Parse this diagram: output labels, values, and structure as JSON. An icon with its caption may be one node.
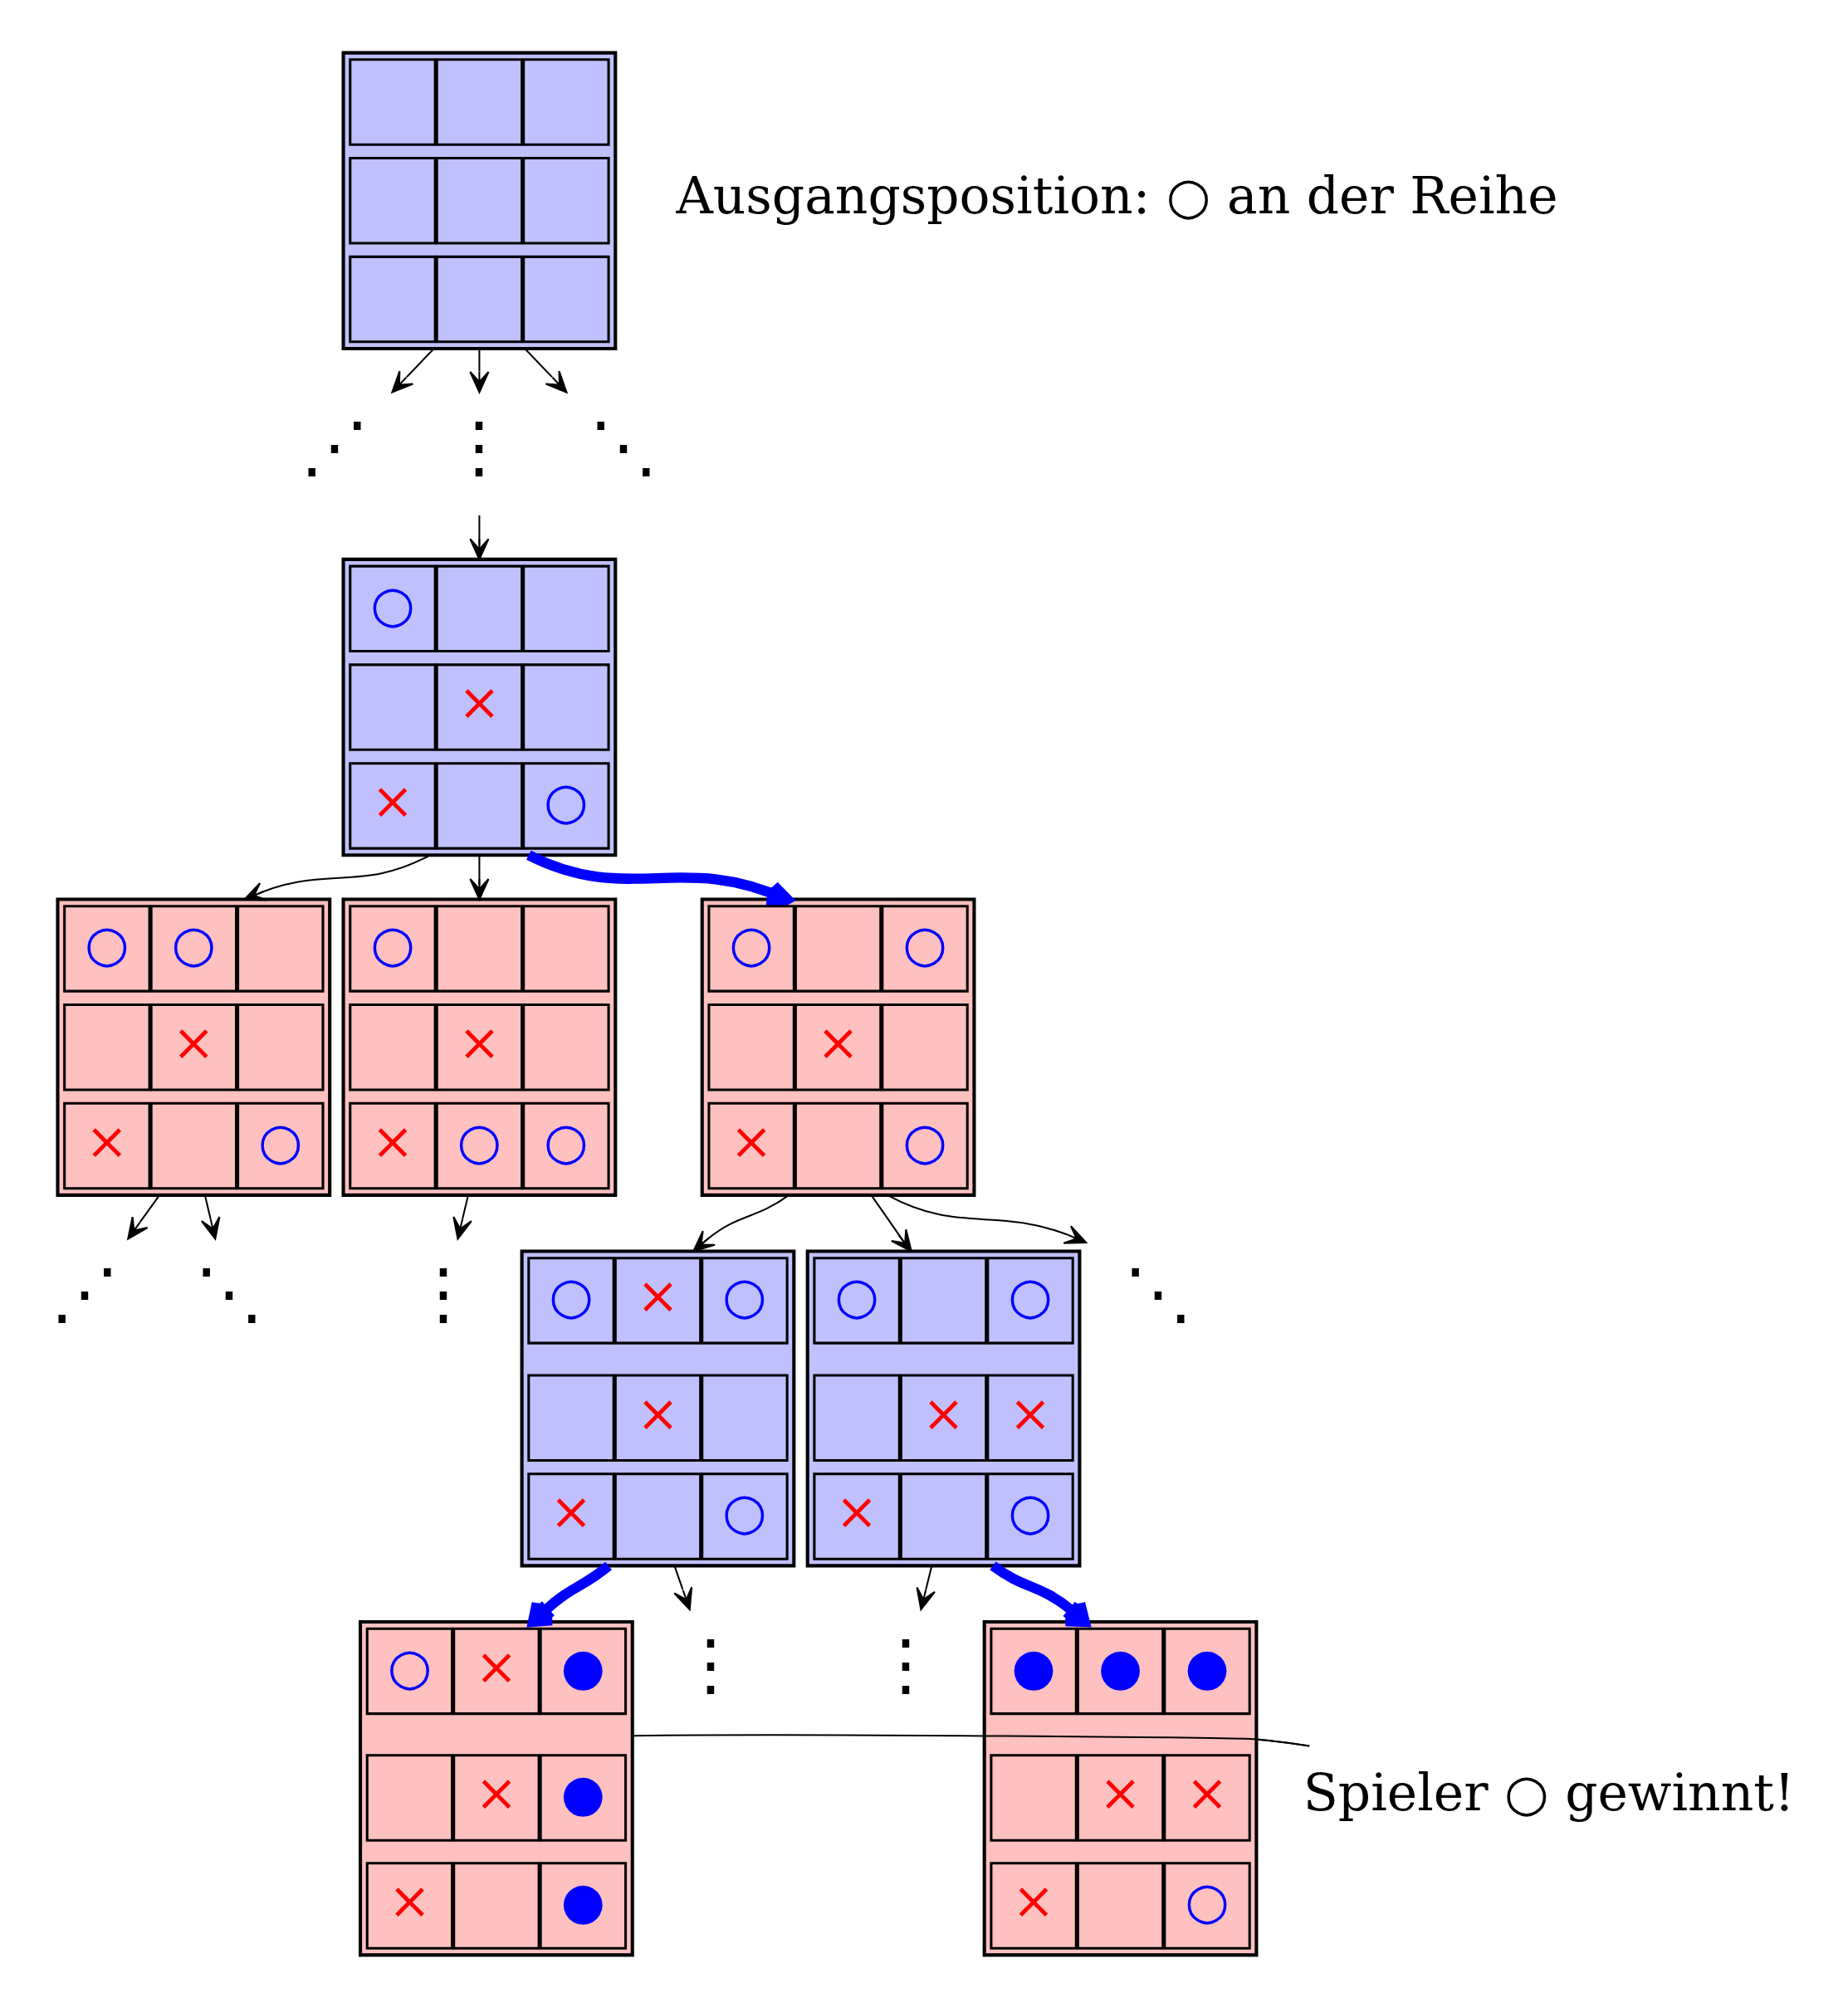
{
  "diagram": {
    "nodes": [
      {
        "text": [],
        "shape": "grid",
        "beside": [
          "Ausgangsposition: ○ an der Reihe"
        ]
      },
      {
        "text": [],
        "shape": "box",
        "in": 0
      },
      {
        "text": [],
        "shape": "box",
        "in": 0
      },
      {
        "text": [],
        "shape": "box",
        "in": 0
      },
      {
        "text": [],
        "shape": "box",
        "in": 0
      },
      {
        "text": [],
        "shape": "box",
        "in": 0
      },
      {
        "text": [],
        "shape": "box",
        "in": 0
      },
      {
        "text": [],
        "shape": "box",
        "in": 0
      },
      {
        "text": [],
        "shape": "box",
        "in": 0
      },
      {
        "text": [],
        "shape": "box",
        "in": 0
      },
      {
        "text": [
          "⋰"
        ]
      },
      {
        "text": [
          "⋮"
        ]
      },
      {
        "text": [
          "⋱"
        ]
      },
      {
        "text": [],
        "shape": "grid"
      },
      {
        "text": [
          "○"
        ],
        "in": 13
      },
      {
        "text": [],
        "shape": "box",
        "in": 13
      },
      {
        "text": [],
        "shape": "box",
        "in": 13
      },
      {
        "text": [],
        "shape": "box",
        "in": 13
      },
      {
        "text": [
          "×"
        ],
        "in": 13
      },
      {
        "text": [],
        "shape": "box",
        "in": 13
      },
      {
        "text": [
          "×"
        ],
        "in": 13
      },
      {
        "text": [],
        "shape": "box",
        "in": 13
      },
      {
        "text": [
          "○"
        ],
        "in": 13
      },
      {
        "text": [],
        "shape": "grid"
      },
      {
        "text": [
          "○"
        ],
        "in": 23
      },
      {
        "text": [
          "○"
        ],
        "in": 23
      },
      {
        "text": [],
        "shape": "box",
        "in": 23
      },
      {
        "text": [],
        "shape": "box",
        "in": 23
      },
      {
        "text": [
          "×"
        ],
        "in": 23
      },
      {
        "text": [],
        "shape": "box",
        "in": 23
      },
      {
        "text": [
          "×"
        ],
        "in": 23
      },
      {
        "text": [],
        "shape": "box",
        "in": 23
      },
      {
        "text": [
          "○"
        ],
        "in": 23
      },
      {
        "text": [],
        "shape": "grid"
      },
      {
        "text": [
          "○"
        ],
        "in": 33
      },
      {
        "text": [],
        "shape": "box",
        "in": 33
      },
      {
        "text": [],
        "shape": "box",
        "in": 33
      },
      {
        "text": [],
        "shape": "box",
        "in": 33
      },
      {
        "text": [
          "×"
        ],
        "in": 33
      },
      {
        "text": [],
        "shape": "box",
        "in": 33
      },
      {
        "text": [
          "×"
        ],
        "in": 33
      },
      {
        "text": [
          "○"
        ],
        "in": 33
      },
      {
        "text": [
          "○"
        ],
        "in": 33
      },
      {
        "text": [],
        "shape": "grid"
      },
      {
        "text": [
          "○"
        ],
        "in": 43
      },
      {
        "text": [],
        "shape": "box",
        "in": 43
      },
      {
        "text": [
          "○"
        ],
        "in": 43
      },
      {
        "text": [],
        "shape": "box",
        "in": 43
      },
      {
        "text": [
          "×"
        ],
        "in": 43
      },
      {
        "text": [],
        "shape": "box",
        "in": 43
      },
      {
        "text": [
          "×"
        ],
        "in": 43
      },
      {
        "text": [],
        "shape": "box",
        "in": 43
      },
      {
        "text": [
          "○"
        ],
        "in": 43
      },
      {
        "text": [
          "⋰"
        ]
      },
      {
        "text": [
          "⋱"
        ]
      },
      {
        "text": [
          "⋮"
        ]
      },
      {
        "text": [],
        "shape": "grid"
      },
      {
        "text": [
          "○"
        ],
        "in": 56
      },
      {
        "text": [
          "×"
        ],
        "in": 56
      },
      {
        "text": [
          "○"
        ],
        "in": 56
      },
      {
        "text": [],
        "shape": "box",
        "in": 56
      },
      {
        "text": [
          "×"
        ],
        "in": 56
      },
      {
        "text": [],
        "shape": "box",
        "in": 56
      },
      {
        "text": [
          "×"
        ],
        "in": 56
      },
      {
        "text": [],
        "shape": "box",
        "in": 56
      },
      {
        "text": [
          "○"
        ],
        "in": 56
      },
      {
        "text": [],
        "shape": "grid"
      },
      {
        "text": [
          "○"
        ],
        "in": 66
      },
      {
        "text": [],
        "shape": "box",
        "in": 66
      },
      {
        "text": [
          "○"
        ],
        "in": 66
      },
      {
        "text": [],
        "shape": "box",
        "in": 66
      },
      {
        "text": [
          "×"
        ],
        "in": 66
      },
      {
        "text": [
          "×"
        ],
        "in": 66
      },
      {
        "text": [
          "×"
        ],
        "in": 66
      },
      {
        "text": [],
        "shape": "box",
        "in": 66
      },
      {
        "text": [
          "○"
        ],
        "in": 66
      },
      {
        "text": [
          "⋱"
        ]
      },
      {
        "text": [],
        "shape": "grid"
      },
      {
        "text": [
          "○"
        ],
        "in": 77
      },
      {
        "text": [
          "×"
        ],
        "in": 77
      },
      {
        "text": [
          "●"
        ],
        "in": 77
      },
      {
        "text": [],
        "shape": "box",
        "in": 77
      },
      {
        "text": [
          "×"
        ],
        "in": 77
      },
      {
        "text": [
          "●"
        ],
        "in": 77
      },
      {
        "text": [
          "×"
        ],
        "in": 77
      },
      {
        "text": [],
        "shape": "box",
        "in": 77
      },
      {
        "text": [
          "●"
        ],
        "in": 77
      },
      {
        "text": [
          "⋮"
        ]
      },
      {
        "text": [
          "⋮"
        ]
      },
      {
        "text": [],
        "shape": "grid"
      },
      {
        "text": [
          "●"
        ],
        "in": 89
      },
      {
        "text": [
          "●"
        ],
        "in": 89
      },
      {
        "text": [
          "●"
        ],
        "in": 89
      },
      {
        "text": [],
        "shape": "box",
        "in": 89
      },
      {
        "text": [
          "×"
        ],
        "in": 89
      },
      {
        "text": [
          "×"
        ],
        "in": 89
      },
      {
        "text": [
          "×"
        ],
        "in": 89
      },
      {
        "text": [],
        "shape": "box",
        "in": 89
      },
      {
        "text": [
          "○"
        ],
        "in": 89
      },
      {
        "text": [
          "Spieler ○ gewinnt!"
        ]
      }
    ],
    "edges": [
      {
        "from": 0,
        "to": 10,
        "arrow": "to"
      },
      {
        "from": 0,
        "to": 11,
        "arrow": "to"
      },
      {
        "from": 0,
        "to": 12,
        "arrow": "to"
      },
      {
        "from": 11,
        "to": 13,
        "arrow": "to"
      },
      {
        "from": 13,
        "to": 23,
        "arrow": "to"
      },
      {
        "from": 13,
        "to": 33,
        "arrow": "to"
      },
      {
        "from": 13,
        "to": 43,
        "arrow": "to",
        "style": "thick",
        "color": "#0000ff"
      },
      {
        "from": 23,
        "to": 53,
        "arrow": "to"
      },
      {
        "from": 23,
        "to": 54,
        "arrow": "to"
      },
      {
        "from": 33,
        "to": 55,
        "arrow": "to"
      },
      {
        "from": 43,
        "to": 56,
        "arrow": "to"
      },
      {
        "from": 43,
        "to": 66,
        "arrow": "to"
      },
      {
        "from": 43,
        "to": 76,
        "arrow": "to"
      },
      {
        "from": 56,
        "to": 77,
        "arrow": "to",
        "style": "thick",
        "color": "#0000ff"
      },
      {
        "from": 56,
        "to": 87,
        "arrow": "to"
      },
      {
        "from": 66,
        "to": 88,
        "arrow": "to"
      },
      {
        "from": 66,
        "to": 89,
        "arrow": "to",
        "style": "thick",
        "color": "#0000ff"
      },
      {
        "from": 99,
        "to": 77,
        "arrow": "none"
      },
      {
        "from": 99,
        "to": 89,
        "arrow": "none"
      }
    ]
  }
}
